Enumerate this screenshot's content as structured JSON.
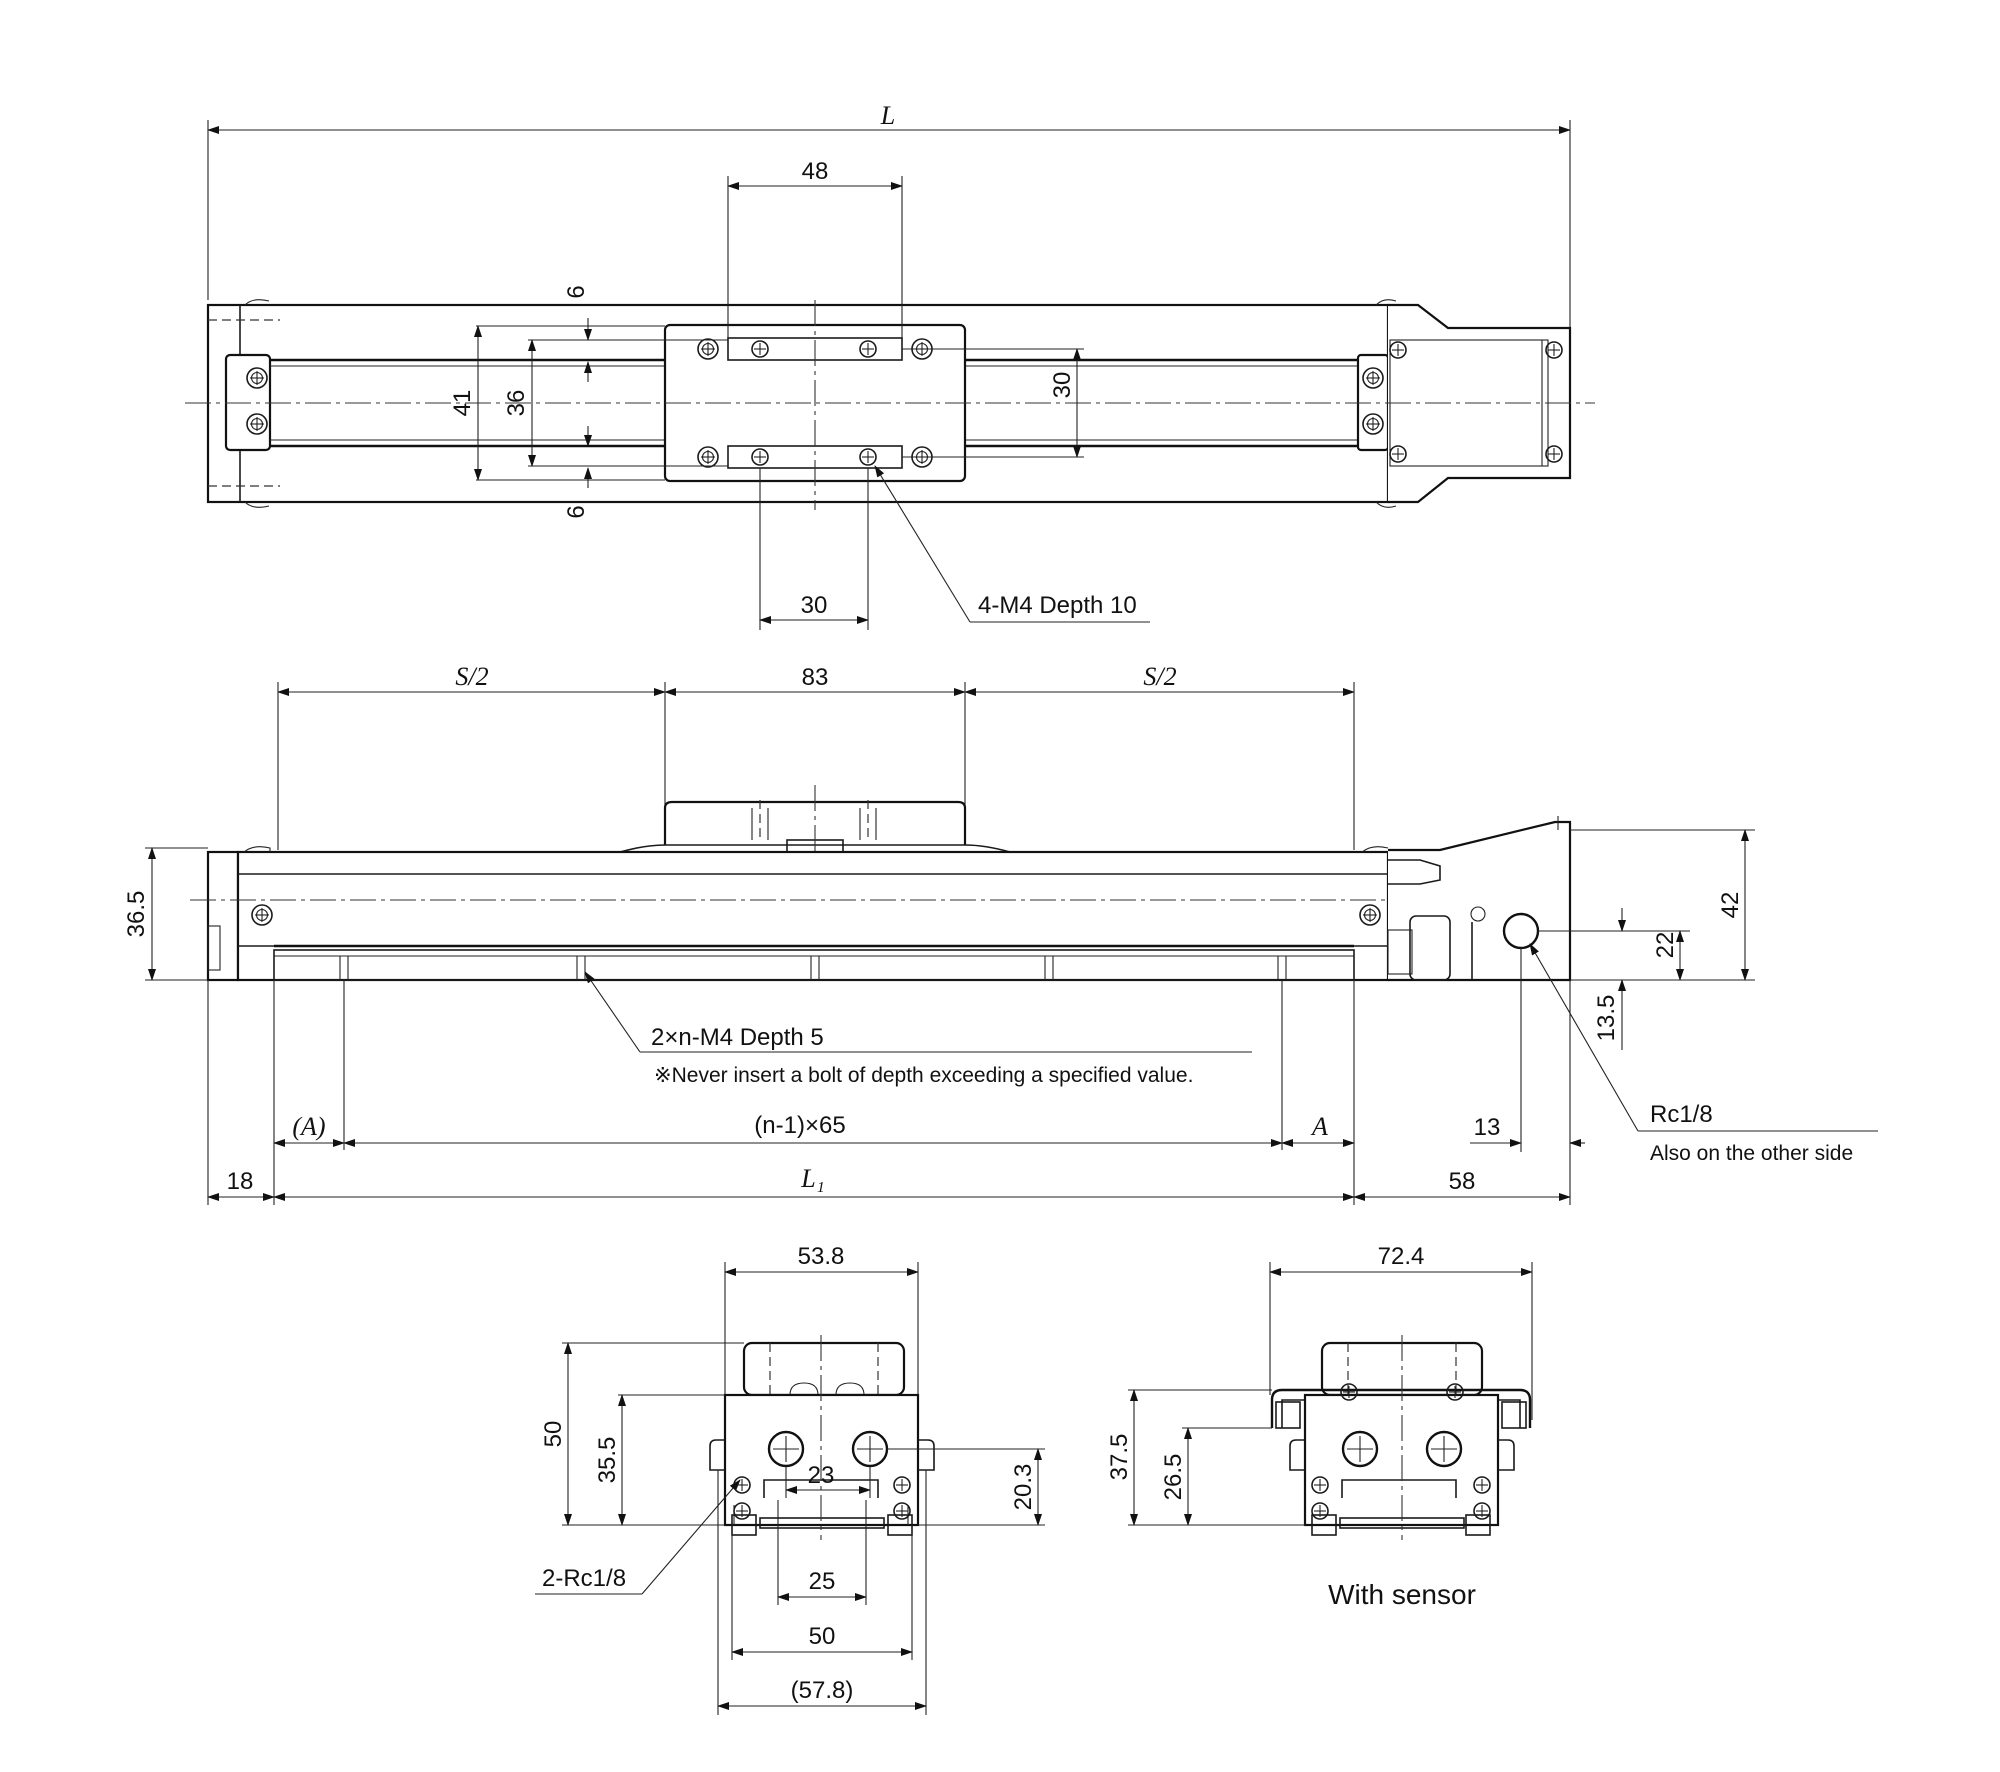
{
  "top_view": {
    "dim_L": "L",
    "dim_48": "48",
    "dim_6_top": "6",
    "dim_41": "41",
    "dim_36": "36",
    "dim_30_v": "30",
    "dim_6_bottom": "6",
    "dim_30_h": "30",
    "callout_holes": "4-M4 Depth 10"
  },
  "side_view": {
    "dim_s2_left": "S/2",
    "dim_83": "83",
    "dim_s2_right": "S/2",
    "dim_36_5": "36.5",
    "dim_42": "42",
    "dim_22": "22",
    "dim_13_5": "13.5",
    "callout_holes": "2×n-M4 Depth 5",
    "note": "※Never insert a bolt of depth exceeding a specified value.",
    "dim_A_paren": "(A)",
    "dim_pitch": "(n-1)×65",
    "dim_A": "A",
    "dim_13": "13",
    "callout_port": "Rc1/8",
    "callout_port_note": "Also on the other side",
    "dim_18": "18",
    "dim_L1": "L₁",
    "dim_58": "58"
  },
  "end_view": {
    "dim_53_8": "53.8",
    "dim_50_v": "50",
    "dim_35_5": "35.5",
    "dim_23": "23",
    "dim_20_3": "20.3",
    "callout_ports": "2-Rc1/8",
    "dim_25": "25",
    "dim_50_h": "50",
    "dim_57_8": "(57.8)"
  },
  "sensor_view": {
    "dim_72_4": "72.4",
    "dim_37_5": "37.5",
    "dim_26_5": "26.5",
    "caption": "With sensor"
  }
}
